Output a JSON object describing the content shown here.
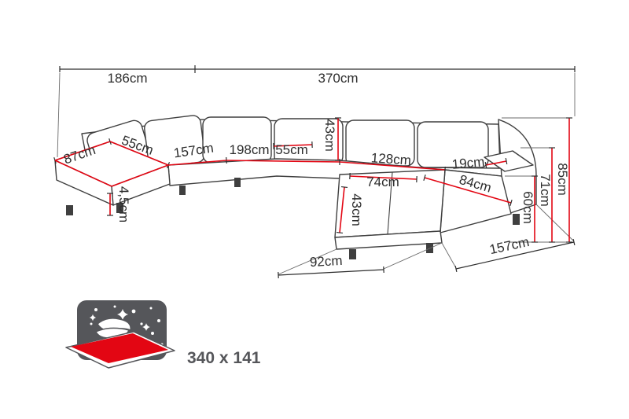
{
  "diagram": {
    "top": {
      "left_width": "186cm",
      "total_width": "370cm"
    },
    "left_section": {
      "chaise_width": "87cm",
      "seat_depth": "55cm",
      "section_length": "157cm",
      "leg_height": "4,5cm"
    },
    "middle_section": {
      "seat_length": "198cm",
      "cushion_width": "55cm",
      "backrest_cushion_height": "43cm"
    },
    "right_section": {
      "seat_length": "128cm",
      "armrest_width": "19cm",
      "ottoman_width": "74cm",
      "seat_depth": "84cm",
      "ottoman_depth": "43cm",
      "ottoman_bottom_width": "92cm",
      "total_depth": "157cm"
    },
    "heights": {
      "total": "85cm",
      "armrest": "71cm",
      "seat": "60cm"
    },
    "sleeping_area": {
      "label": "340 x 141"
    },
    "colors": {
      "dimension_red": "#e30613",
      "outline_gray": "#3f3f3f",
      "label_text": "#2d2d2d",
      "bed_icon_gray": "#55565a"
    }
  }
}
